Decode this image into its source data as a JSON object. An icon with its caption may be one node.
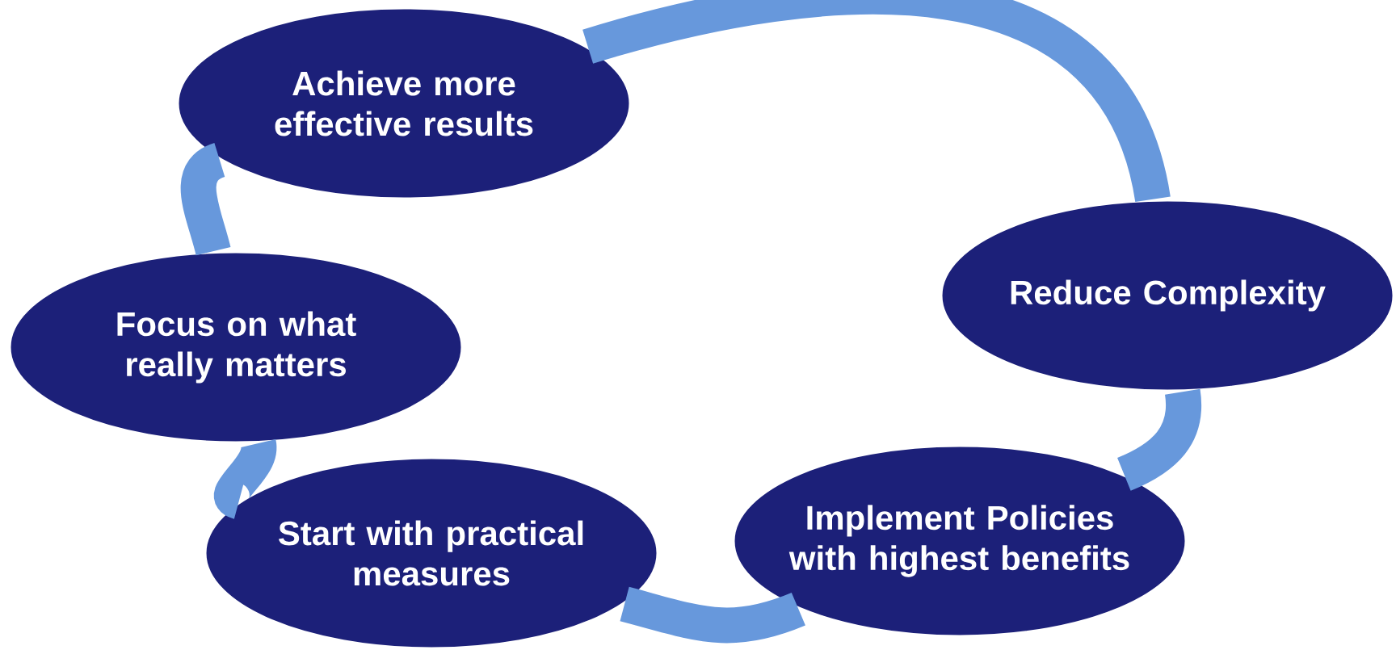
{
  "diagram": {
    "nodes": [
      {
        "text": [
          "Achieve more effective results"
        ]
      },
      {
        "text": [
          "Reduce Complexity"
        ]
      },
      {
        "text": [
          "Implement Policies with highest benefits"
        ]
      },
      {
        "text": [
          "Start with practical measures"
        ]
      },
      {
        "text": [
          "Focus on what really matters"
        ]
      }
    ],
    "edges": [
      {
        "from": 0,
        "to": 1,
        "arrow": "none"
      },
      {
        "from": 1,
        "to": 2,
        "arrow": "none"
      },
      {
        "from": 2,
        "to": 3,
        "arrow": "none"
      },
      {
        "from": 3,
        "to": 4,
        "arrow": "none"
      },
      {
        "from": 4,
        "to": 0,
        "arrow": "none"
      }
    ]
  }
}
